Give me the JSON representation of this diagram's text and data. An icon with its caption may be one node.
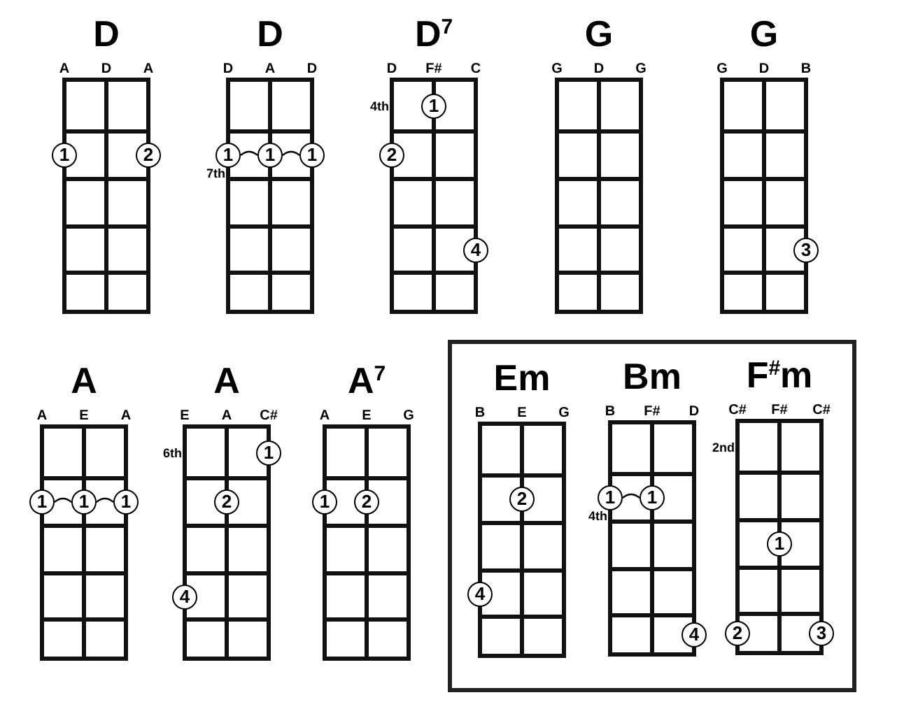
{
  "diagram": {
    "nodes": [
      {
        "text": [
          "D",
          "A",
          "D",
          "A"
        ]
      },
      {
        "text": [
          "1"
        ],
        "in": 0
      },
      {
        "text": [
          "2"
        ],
        "in": 0
      },
      {
        "text": [
          "D",
          "D",
          "A",
          "D"
        ],
        "beside": [
          "7th"
        ]
      },
      {
        "text": [
          "1"
        ],
        "in": 3
      },
      {
        "text": [
          "1"
        ],
        "in": 3
      },
      {
        "text": [
          "1"
        ],
        "in": 3
      },
      {
        "text": [
          "D$^{7}$",
          "D",
          "F#",
          "C"
        ],
        "beside": [
          "4th"
        ]
      },
      {
        "text": [
          "1"
        ],
        "in": 7
      },
      {
        "text": [
          "2"
        ],
        "in": 7
      },
      {
        "text": [
          "4"
        ],
        "in": 7
      },
      {
        "text": [
          "G",
          "G",
          "D",
          "G"
        ]
      },
      {
        "text": [
          "G",
          "G",
          "D",
          "B"
        ]
      },
      {
        "text": [
          "3"
        ],
        "in": 12
      },
      {
        "text": [
          "A",
          "A",
          "E",
          "A"
        ]
      },
      {
        "text": [
          "1"
        ],
        "in": 14
      },
      {
        "text": [
          "1"
        ],
        "in": 14
      },
      {
        "text": [
          "1"
        ],
        "in": 14
      },
      {
        "text": [
          "A",
          "E",
          "A",
          "C#"
        ],
        "beside": [
          "6th"
        ]
      },
      {
        "text": [
          "1"
        ],
        "in": 18
      },
      {
        "text": [
          "2"
        ],
        "in": 18
      },
      {
        "text": [
          "4"
        ],
        "in": 18
      },
      {
        "text": [
          "A$^{7}$",
          "A",
          "E",
          "G"
        ]
      },
      {
        "text": [
          "1"
        ],
        "in": 22
      },
      {
        "text": [
          "2"
        ],
        "in": 22
      },
      {
        "text": [],
        "shape": "box"
      },
      {
        "text": [
          "Em",
          "B",
          "E",
          "G"
        ],
        "in": 25
      },
      {
        "text": [
          "2"
        ],
        "in": 26
      },
      {
        "text": [
          "4"
        ],
        "in": 26
      },
      {
        "text": [
          "Bm",
          "B",
          "F#",
          "D"
        ],
        "beside": [
          "4th"
        ],
        "in": 25
      },
      {
        "text": [
          "1"
        ],
        "in": 29
      },
      {
        "text": [
          "1"
        ],
        "in": 29
      },
      {
        "text": [
          "4"
        ],
        "in": 29
      },
      {
        "text": [
          "F$^{#}$m",
          "C#",
          "F#",
          "C#"
        ],
        "beside": [
          "2nd"
        ],
        "in": 25
      },
      {
        "text": [
          "1"
        ],
        "in": 33
      },
      {
        "text": [
          "2"
        ],
        "in": 33
      },
      {
        "text": [
          "3"
        ],
        "in": 33
      }
    ],
    "edges": [
      {
        "from": 4,
        "to": 5,
        "arrow": "none"
      },
      {
        "from": 5,
        "to": 6,
        "arrow": "none"
      },
      {
        "from": 15,
        "to": 16,
        "arrow": "none"
      },
      {
        "from": 16,
        "to": 17,
        "arrow": "none"
      },
      {
        "from": 30,
        "to": 31,
        "arrow": "none"
      }
    ]
  }
}
